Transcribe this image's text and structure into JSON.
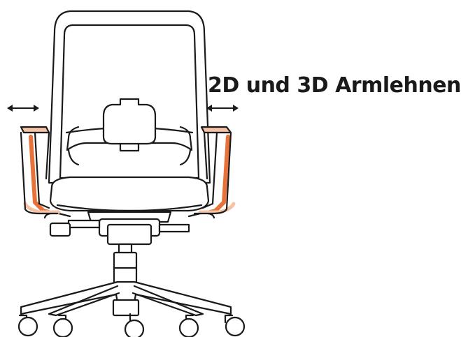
{
  "caption": "2D und 3D Armlehnen",
  "colors": {
    "line": "#1a1a1a",
    "highlight": "#e8733a",
    "highlight_light": "#f4c2a4",
    "background": "#ffffff"
  },
  "icons": {
    "left_arrow": "double-headed-horizontal-arrow",
    "right_arrow": "double-headed-horizontal-arrow"
  }
}
